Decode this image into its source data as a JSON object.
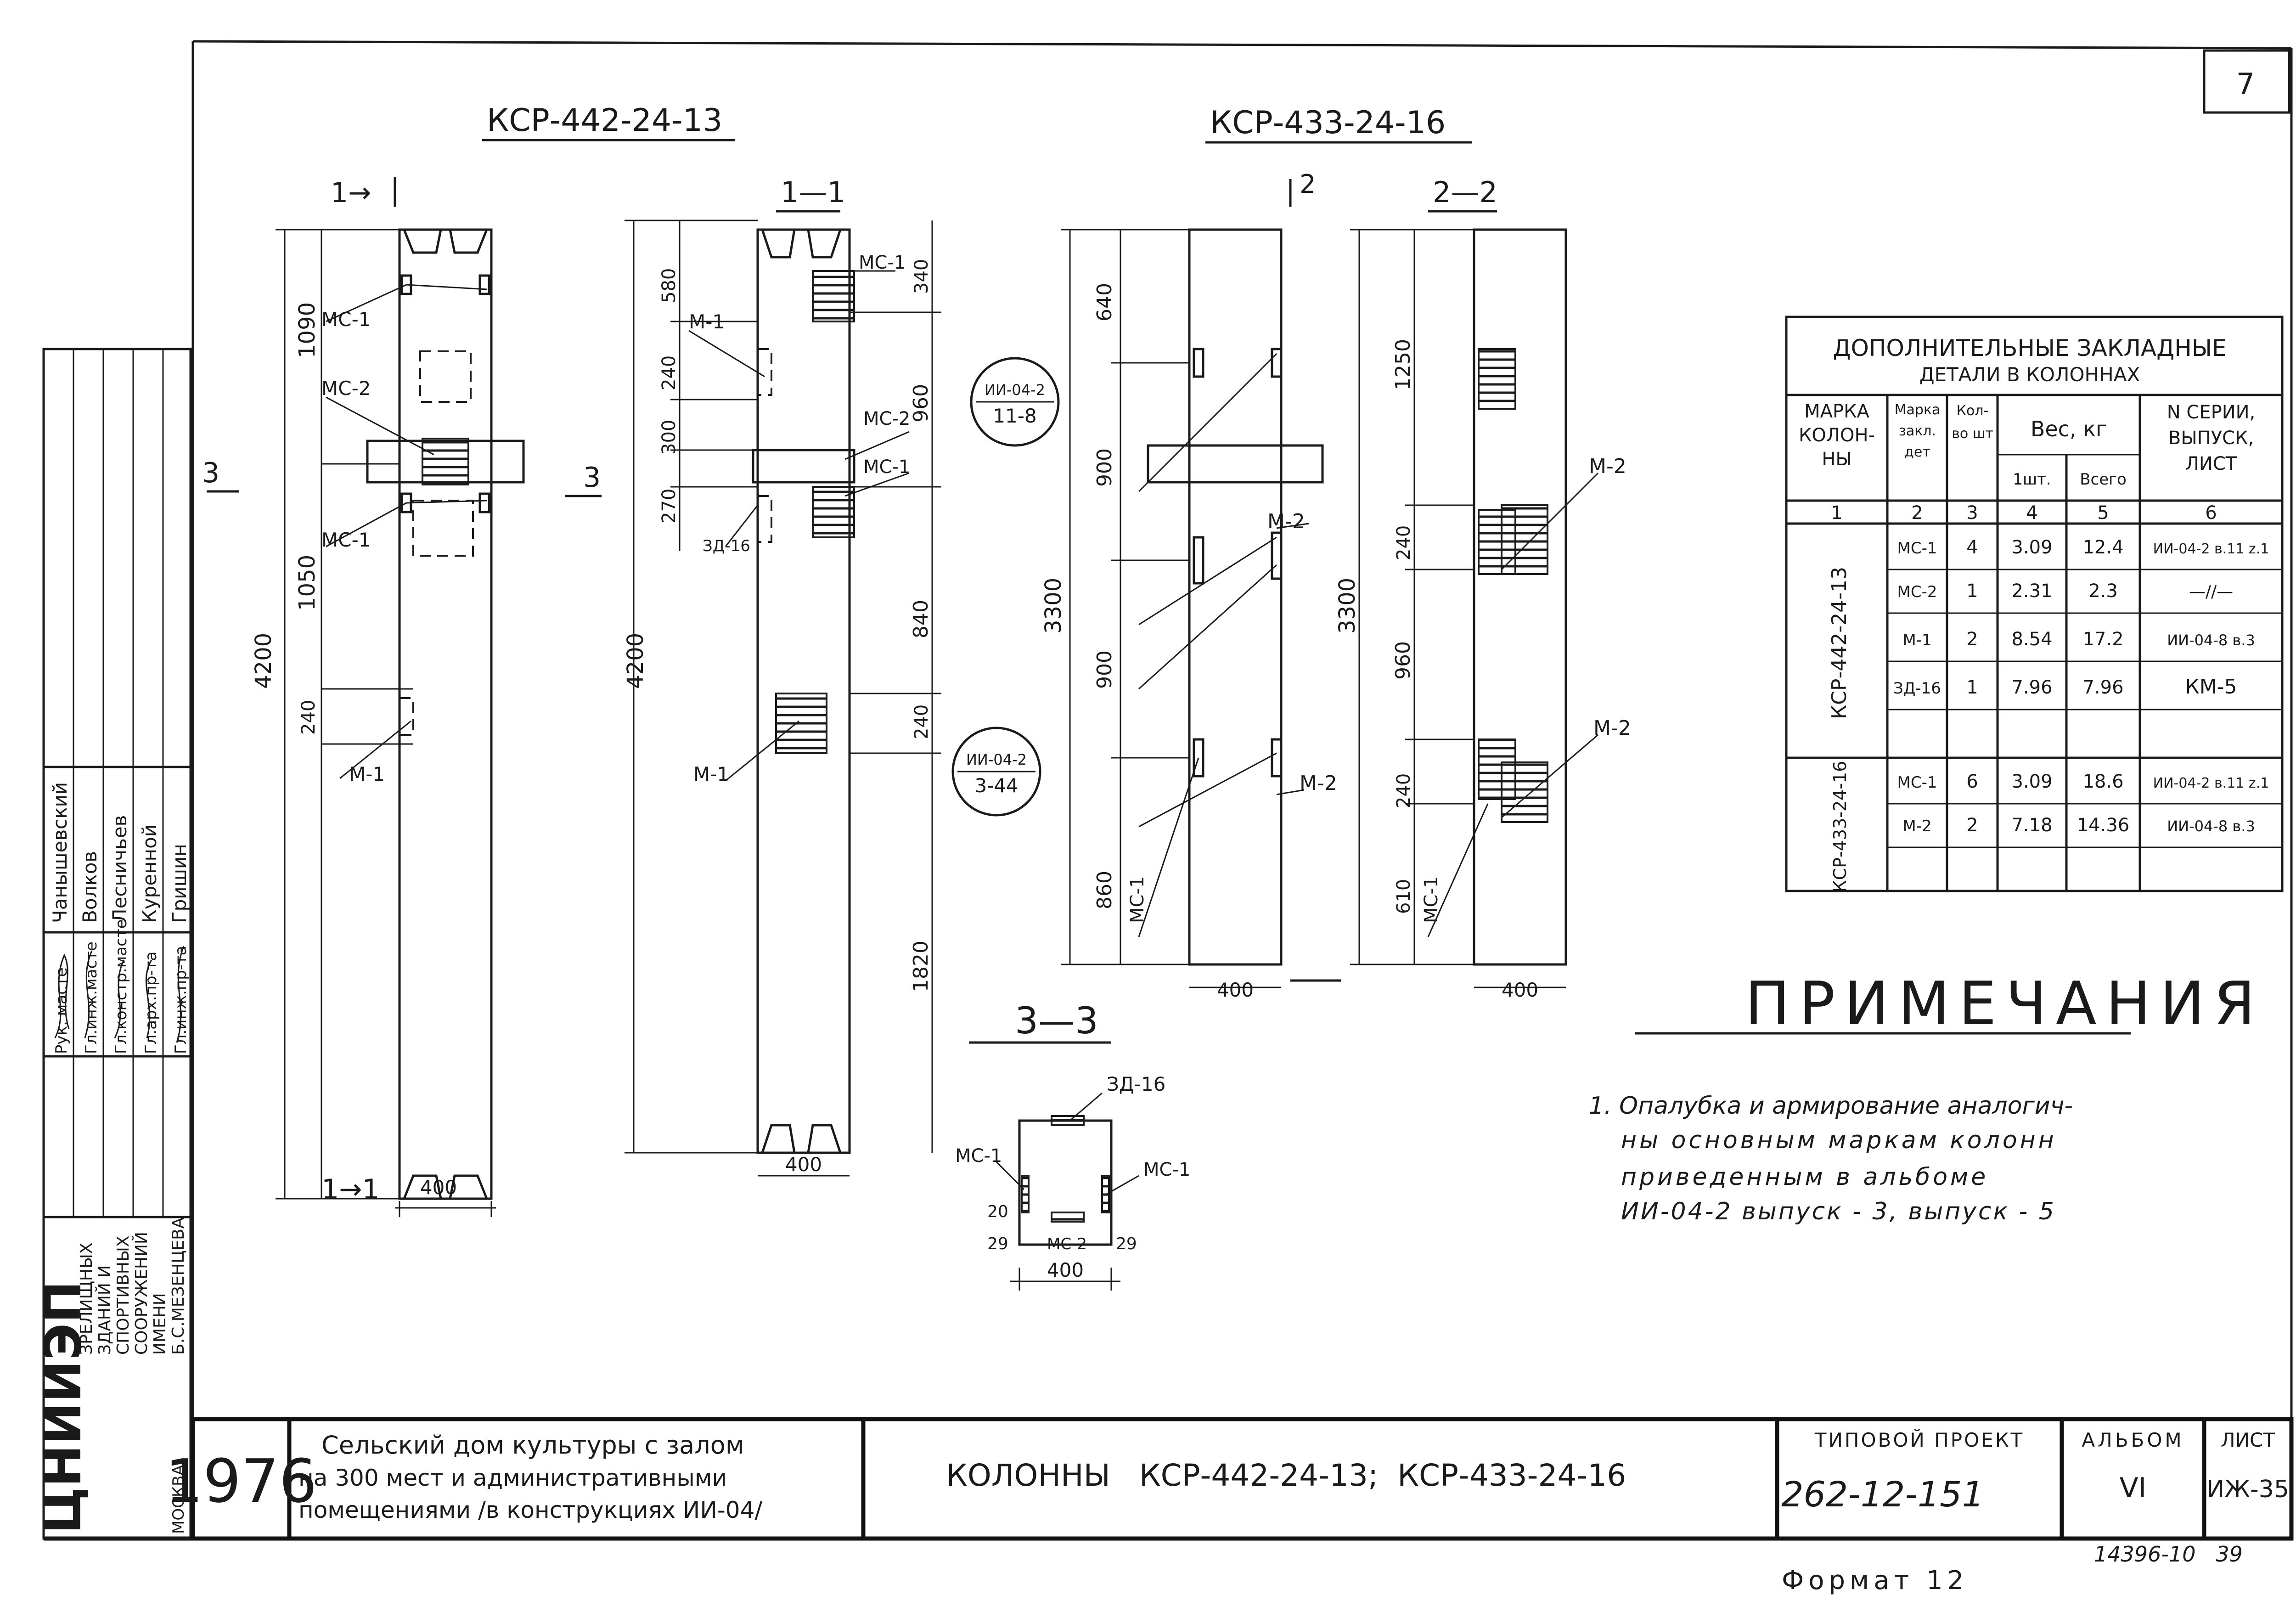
{
  "page_number": "7",
  "views": {
    "col1": {
      "title": "КСР-442-24-13",
      "sec_1_1": "1—1",
      "sec_1_1_left": "1—1",
      "sec_mark": "1→",
      "sec_mark_bottom": "1→1",
      "sec_mark_3": "3",
      "width": "400",
      "dims": [
        "4200",
        "1090",
        "1050",
        "240"
      ],
      "dims_side": [
        "580",
        "240",
        "300",
        "270",
        "960",
        "840",
        "240",
        "1820",
        "340"
      ],
      "labels": {
        "mc1": "МС-1",
        "mc2": "МС-2",
        "mc1b": "МС-1",
        "m1": "М-1",
        "m1b": "М-1",
        "zd16": "ЗД-16"
      }
    },
    "col2": {
      "title": "КСР-433-24-16",
      "sec_2_2": "2—2",
      "sec_mark": "2",
      "width": "400",
      "dims": [
        "3300",
        "640",
        "900",
        "900",
        "860",
        "1250",
        "240",
        "960",
        "240",
        "610"
      ],
      "labels": {
        "m2a": "М-2",
        "m2b": "М-2",
        "m2c": "М-2",
        "mc1": "МС-1",
        "mc1b": "МС-1"
      }
    },
    "refs": {
      "ref1_top": "ИИ-04-2",
      "ref1_bottom": "11-8",
      "ref2_top": "ИИ-04-2",
      "ref2_bottom": "3-44"
    },
    "section_3_3": {
      "title": "3—3",
      "zd": "ЗД-16",
      "mc1_left": "МС-1",
      "mc1_right": "МС-1",
      "mc2": "МС-2",
      "dim_20": "20",
      "dim_29a": "29",
      "dim_29b": "29",
      "width": "400"
    }
  },
  "table": {
    "title_line1": "ДОПОЛНИТЕЛЬНЫЕ ЗАКЛАДНЫЕ",
    "title_line2": "ДЕТАЛИ В КОЛОННАХ",
    "headers": {
      "col1": "МАРКА КОЛОН- НЫ",
      "col2": "Марка закл. дет",
      "col3": "Кол-во шт",
      "weight": "Вес, кг",
      "w1": "1шт.",
      "w2": "Всего",
      "series": "N СЕРИИ, ВЫПУСК, ЛИСТ"
    },
    "numbers": [
      "1",
      "2",
      "3",
      "4",
      "5",
      "6"
    ],
    "groups": [
      {
        "mark": "КСР-442-24-13",
        "rows": [
          {
            "part": "МС-1",
            "qty": "4",
            "w1": "3.09",
            "wt": "12.4",
            "series": "ИИ-04-2 в.11 z.1"
          },
          {
            "part": "МС-2",
            "qty": "1",
            "w1": "2.31",
            "wt": "2.3",
            "series": "—//—"
          },
          {
            "part": "М-1",
            "qty": "2",
            "w1": "8.54",
            "wt": "17.2",
            "series": "ИИ-04-8 в.3"
          },
          {
            "part": "ЗД-16",
            "qty": "1",
            "w1": "7.96",
            "wt": "7.96",
            "series": "КМ-5"
          }
        ]
      },
      {
        "mark": "КСР-433-24-16",
        "rows": [
          {
            "part": "МС-1",
            "qty": "6",
            "w1": "3.09",
            "wt": "18.6",
            "series": "ИИ-04-2 в.11 z.1"
          },
          {
            "part": "М-2",
            "qty": "2",
            "w1": "7.18",
            "wt": "14.36",
            "series": "ИИ-04-8 в.3"
          }
        ]
      }
    ]
  },
  "notes": {
    "title": "ПРИМЕЧАНИЯ",
    "lines": [
      "1. Опалубка и армирование аналогич-",
      "ны основным маркам колонн",
      "приведенным в альбоме",
      "ИИ-04-2 выпуск - 3, выпуск - 5"
    ]
  },
  "side_stamp": {
    "roles": [
      "Рук. масте",
      "Гл.инж.масте",
      "Гл.констр.масте",
      "Гл.арх.пр-та",
      "Гл.инж.пр-та"
    ],
    "names": [
      "Чанышевский",
      "Волков",
      "Лесничьев",
      "Куренной",
      "Гришин"
    ],
    "org": [
      "ЗРЕЛИЩНЫХ",
      "ЗДАНИЙ И",
      "СПОРТИВНЫХ",
      "СООРУЖЕНИЙ",
      "ИМЕНИ",
      "Б.С.МЕЗЕНЦЕВА"
    ],
    "logo": "ЦНИИЭП",
    "city": "МОСКВА"
  },
  "title_block": {
    "year": "1976",
    "project_line1": "Сельский дом культуры с залом",
    "project_line2": "на 300 мест и административными",
    "project_line3": "помещениями /в конструкциях ИИ-04/",
    "sheet_title": "КОЛОННЫ   КСР-442-24-13;  КСР-433-24-16",
    "typical_label": "ТИПОВОЙ ПРОЕКТ",
    "typical_number": "262-12-151",
    "album_label": "АЛЬБОМ",
    "album_number": "VI",
    "list_label": "ЛИСТ",
    "list_number": "ИЖ-35",
    "inventory": "14396-10   39",
    "format": "Формат 12"
  }
}
